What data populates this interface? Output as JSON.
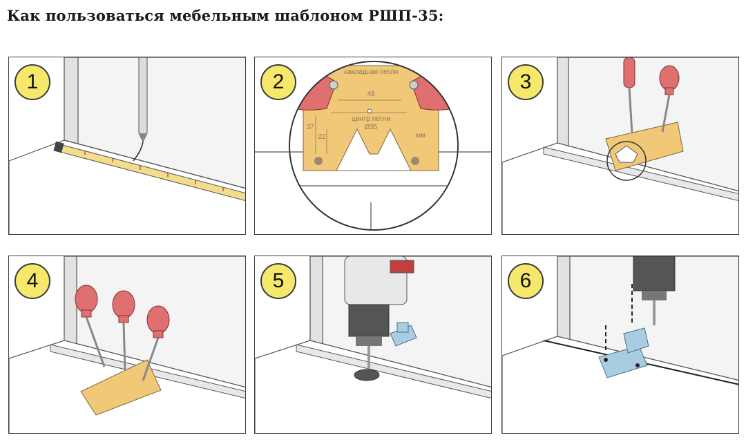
{
  "title": "Как пользоваться мебельным шаблоном РШП-35:",
  "steps": [
    {
      "number": "1"
    },
    {
      "number": "2"
    },
    {
      "number": "3"
    },
    {
      "number": "4"
    },
    {
      "number": "5"
    },
    {
      "number": "6"
    }
  ],
  "template_labels": {
    "overlay_hinge": "накладная петля",
    "dim_48": "48",
    "dim_37": "37",
    "dim_22": "22",
    "hinge_center": "центр петли",
    "diameter": "Ø35",
    "unit": "мм"
  },
  "colors": {
    "badge": "#f5e86a",
    "template": "#f0c878",
    "handle": "#e07070",
    "hinge": "#a9cde0",
    "tape": "#f3dc8a"
  }
}
